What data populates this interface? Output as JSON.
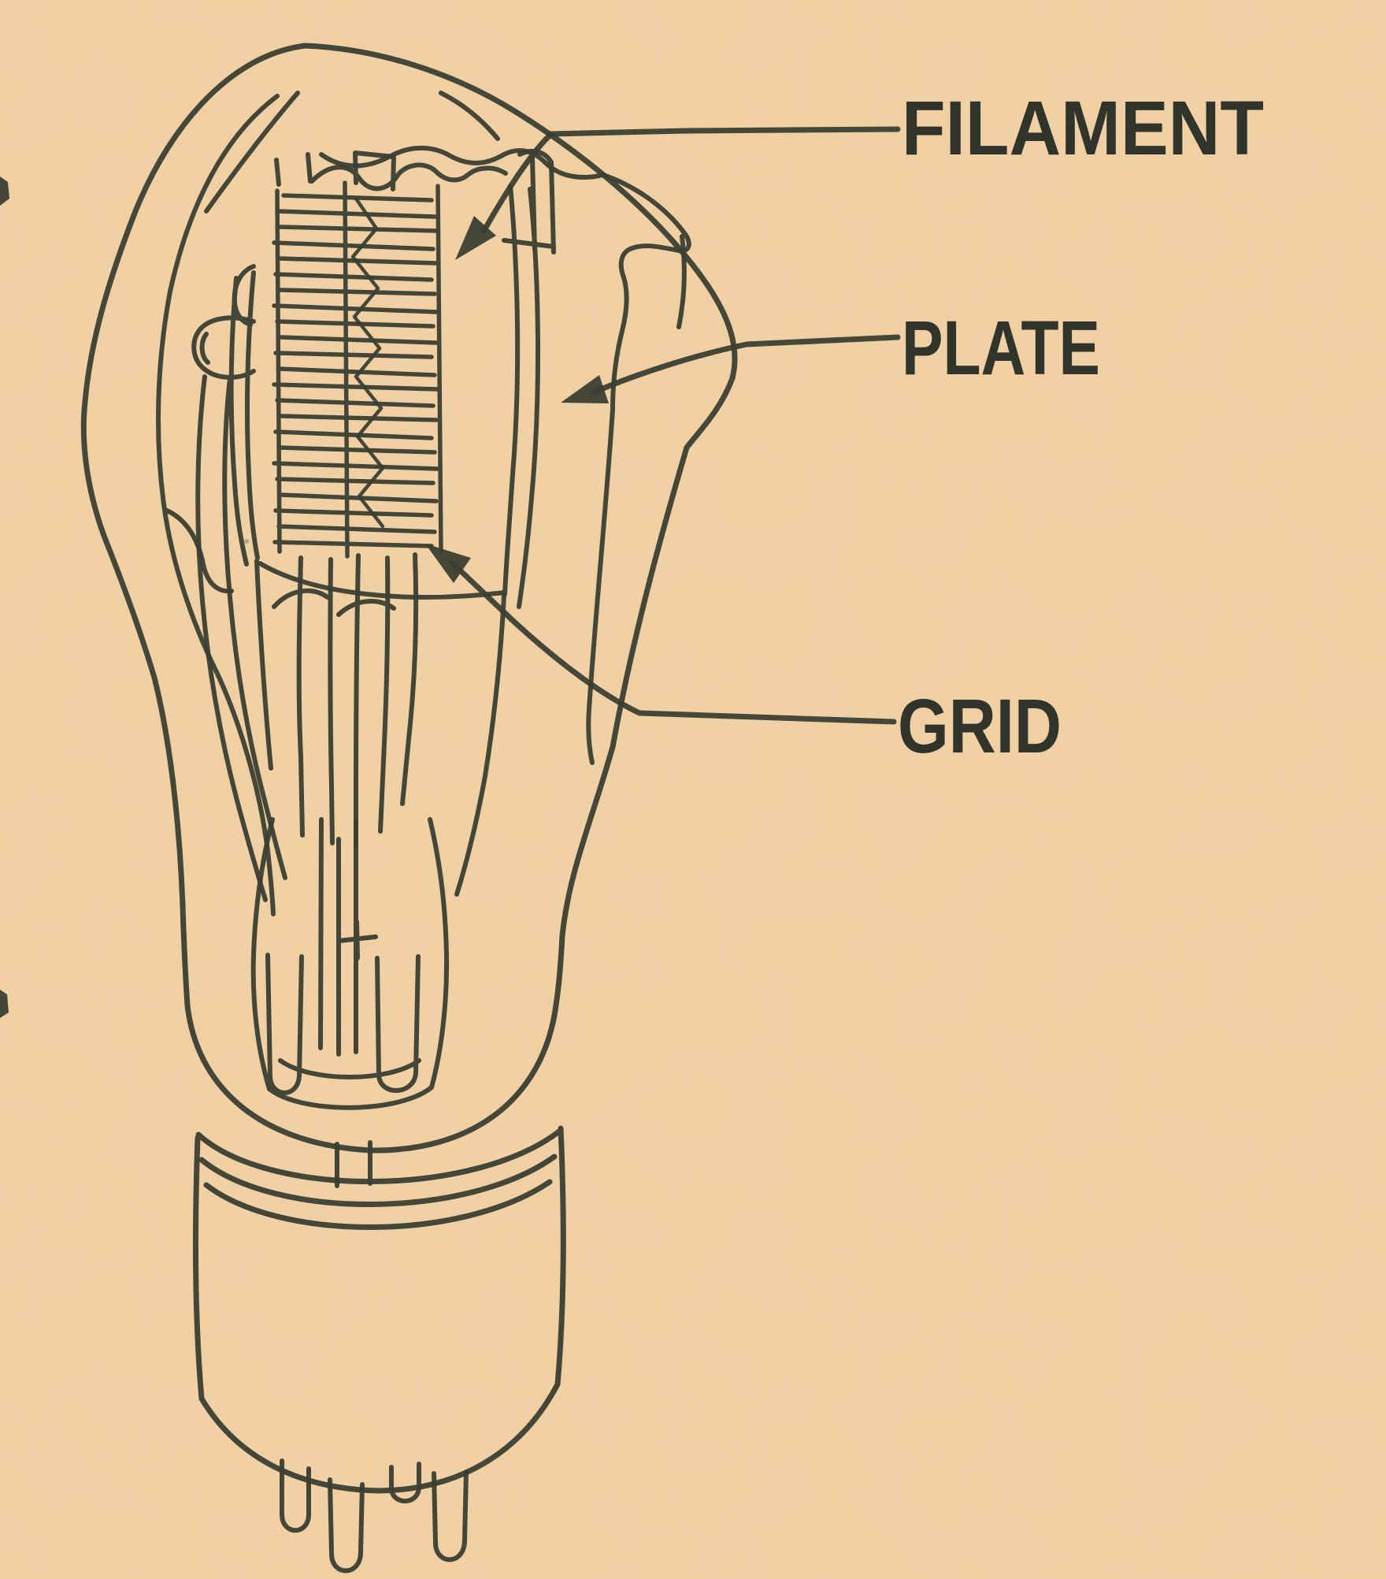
{
  "theme": {
    "paper": "#f3d2a5",
    "ink": "#3b3f33",
    "ink-text": "#30342a"
  },
  "diagram": {
    "labels": {
      "filament": "FILAMENT",
      "plate": "PLATE",
      "grid": "GRID"
    }
  }
}
